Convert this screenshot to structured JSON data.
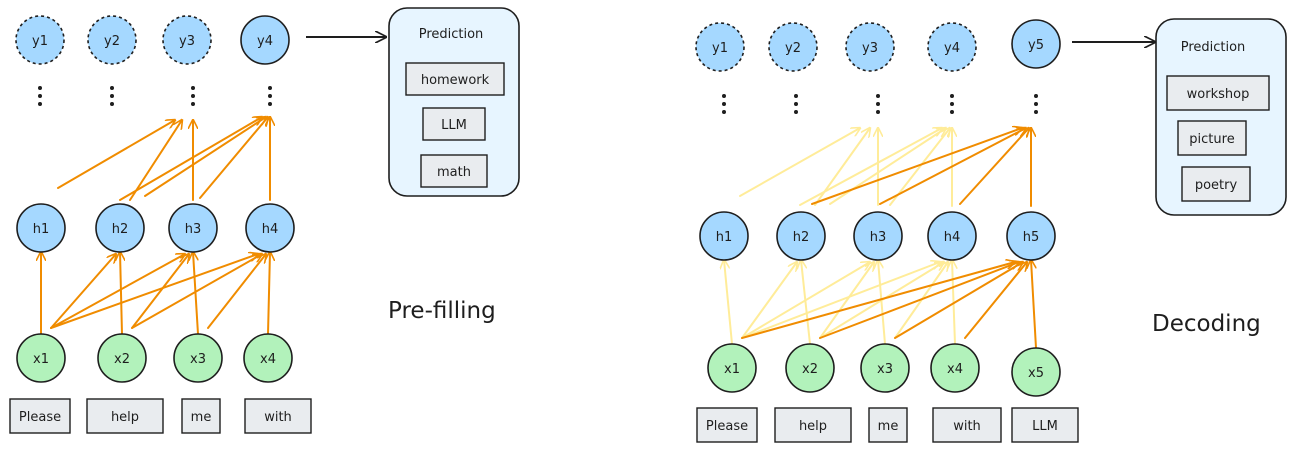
{
  "colors": {
    "output_node": "#a5d8ff",
    "hidden_node": "#a5d8ff",
    "input_node": "#b2f2bb",
    "token_box": "#e9ecef",
    "prediction_panel": "#e7f5ff",
    "arrow_active": "#f08c00",
    "arrow_faded": "#ffec99",
    "stroke": "#1e1e1e"
  },
  "prefill": {
    "label": "Pre-filling",
    "outputs": [
      "y1",
      "y2",
      "y3",
      "y4"
    ],
    "hidden": [
      "h1",
      "h2",
      "h3",
      "h4"
    ],
    "inputs": [
      "x1",
      "x2",
      "x3",
      "x4"
    ],
    "tokens": [
      "Please",
      "help",
      "me",
      "with"
    ],
    "prediction": {
      "title": "Prediction",
      "options": [
        "homework",
        "LLM",
        "math"
      ]
    }
  },
  "decode": {
    "label": "Decoding",
    "outputs": [
      "y1",
      "y2",
      "y3",
      "y4",
      "y5"
    ],
    "hidden": [
      "h1",
      "h2",
      "h3",
      "h4",
      "h5"
    ],
    "inputs": [
      "x1",
      "x2",
      "x3",
      "x4",
      "x5"
    ],
    "tokens": [
      "Please",
      "help",
      "me",
      "with",
      "LLM"
    ],
    "prediction": {
      "title": "Prediction",
      "options": [
        "workshop",
        "picture",
        "poetry"
      ]
    }
  }
}
